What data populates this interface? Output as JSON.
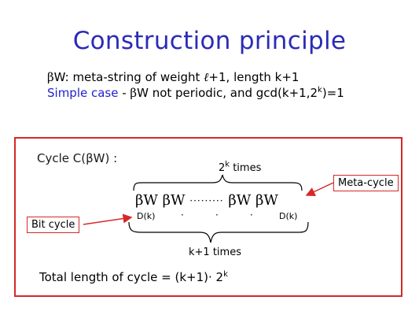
{
  "slide": {
    "title": "Construction principle",
    "line1": {
      "beta": "β",
      "text": "W: meta-string of weight ",
      "ell": "ℓ",
      "rest": "+1, length k+1"
    },
    "line2": {
      "simple": "Simple case",
      "dash": " - ",
      "beta": "β",
      "text": "W not periodic, and gcd(k+1,2",
      "sup": "k",
      "end": ")=1"
    },
    "diagram": {
      "cycle_label": "Cycle C(βW) :",
      "top_times": {
        "base": "2",
        "sup": "k",
        "rest": " times"
      },
      "seq_first": "βW βW",
      "seq_dots": "·········",
      "seq_last": "βW βW",
      "dk_left": "D(k)",
      "dk_right": "D(k)",
      "dot_mark": "·",
      "bottom_times": "k+1 times",
      "meta_cycle": "Meta-cycle",
      "bit_cycle": "Bit cycle",
      "total": {
        "text": "Total length of cycle = (k+1)",
        "dot": "·",
        "base": " 2",
        "sup": "k"
      }
    },
    "colors": {
      "title": "#2b2bb8",
      "accent_blue": "#1f1fd0",
      "frame": "#d62828"
    }
  }
}
